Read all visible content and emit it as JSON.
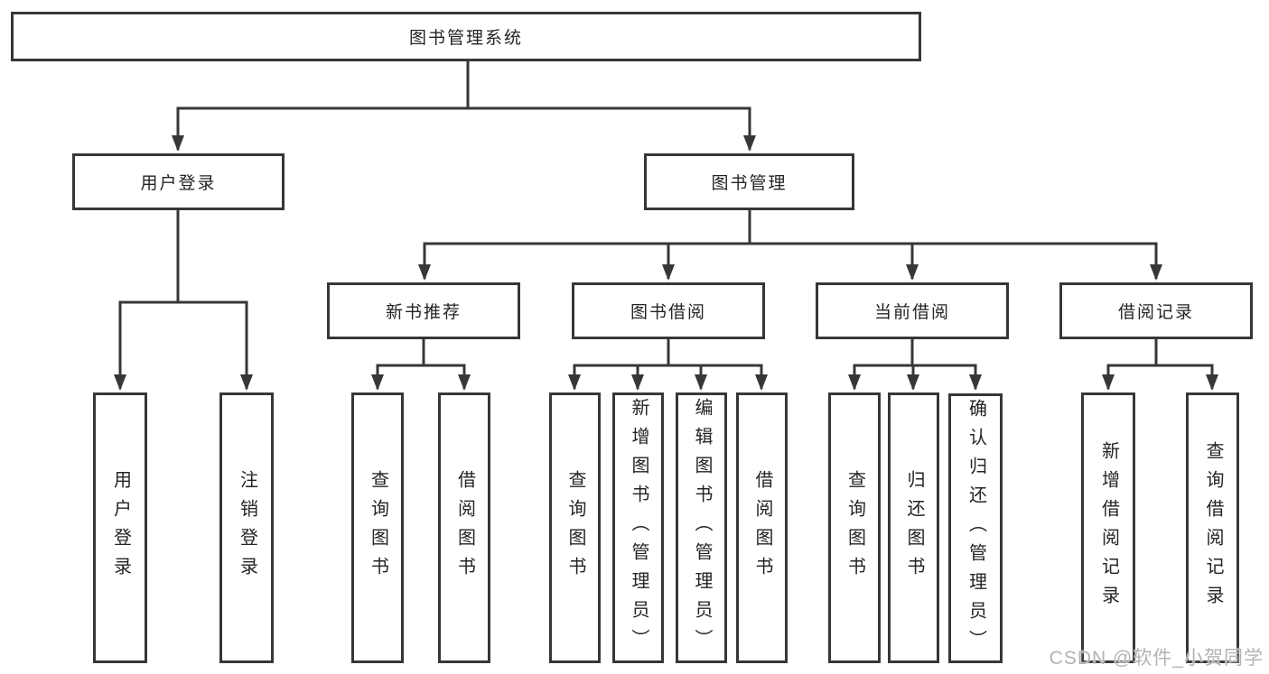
{
  "diagram": {
    "root": {
      "label": "图书管理系统"
    },
    "level2": [
      {
        "label": "用户登录"
      },
      {
        "label": "图书管理"
      }
    ],
    "level3": [
      {
        "label": "新书推荐"
      },
      {
        "label": "图书借阅"
      },
      {
        "label": "当前借阅"
      },
      {
        "label": "借阅记录"
      }
    ],
    "leaves": [
      {
        "label": "用户登录"
      },
      {
        "label": "注销登录"
      },
      {
        "label": "查询图书"
      },
      {
        "label": "借阅图书"
      },
      {
        "label": "查询图书"
      },
      {
        "label": "新增图书（管理员）"
      },
      {
        "label": "编辑图书（管理员）"
      },
      {
        "label": "借阅图书"
      },
      {
        "label": "查询图书"
      },
      {
        "label": "归还图书"
      },
      {
        "label": "确认归还（管理员）"
      },
      {
        "label": "新增借阅记录"
      },
      {
        "label": "查询借阅记录"
      }
    ]
  },
  "watermark": {
    "text": "CSDN @软件_小贺同学"
  },
  "colors": {
    "line": "#373737",
    "text": "#242424",
    "watermark": "#b3b3b3",
    "background": "#ffffff"
  }
}
